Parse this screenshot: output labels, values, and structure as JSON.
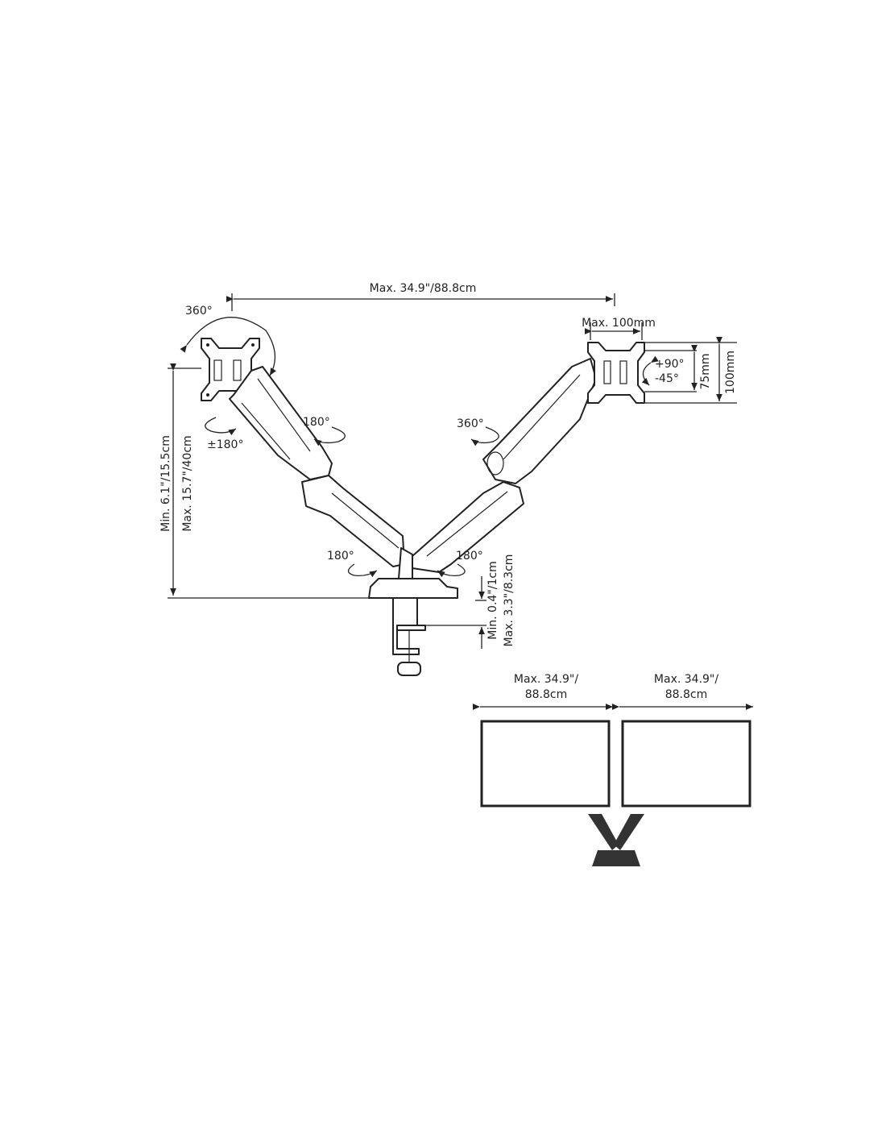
{
  "top_dimension": "Max. 34.9\"/88.8cm",
  "rotation_labels": {
    "left_monitor_rotation": "360°",
    "left_elbow_rotation": "180°",
    "left_tilt": "±180°",
    "right_elbow_rotation": "360°",
    "left_base_rotation": "180°",
    "right_base_rotation": "180°",
    "tilt_up": "+90°",
    "tilt_down": "-45°"
  },
  "vesa": {
    "max_width": "Max. 100mm",
    "size_small": "75mm",
    "size_large": "100mm"
  },
  "height_dimension": {
    "min": "Min. 6.1\"/15.5cm",
    "max": "Max. 15.7\"/40cm"
  },
  "clamp_dimension": {
    "min": "Min. 0.4\"/1cm",
    "max": "Max. 3.3\"/8.3cm"
  },
  "monitor_sizes": [
    {
      "line1": "Max. 34.9\"/",
      "line2": "88.8cm"
    },
    {
      "line1": "Max. 34.9\"/",
      "line2": "88.8cm"
    }
  ]
}
